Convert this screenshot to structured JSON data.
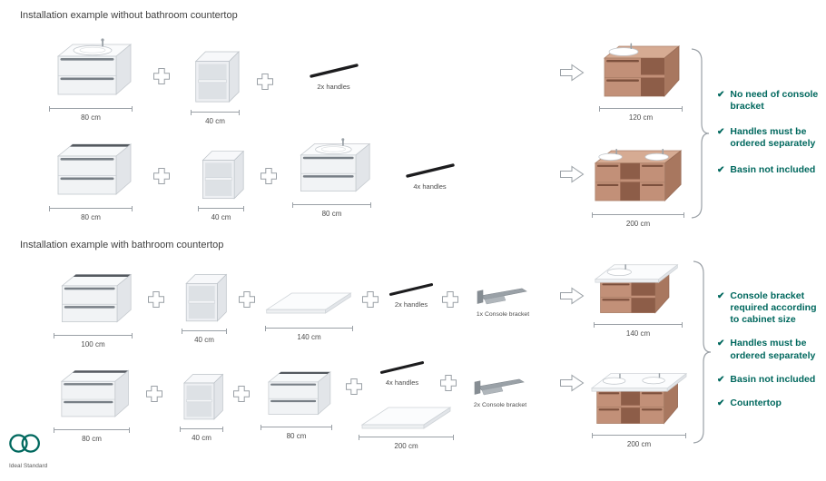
{
  "icons": {
    "check": "✔"
  },
  "brand": {
    "name": "Ideal Standard"
  },
  "section1": {
    "title": "Installation example without bathroom countertop",
    "row1": {
      "dim1": "80 cm",
      "dim2": "40 cm",
      "handles_label": "2x handles",
      "result_dim": "120 cm"
    },
    "row2": {
      "dim1": "80 cm",
      "dim2": "40 cm",
      "dim3": "80 cm",
      "handles_label": "4x handles",
      "result_dim": "200 cm"
    },
    "notes": [
      "No need of console bracket",
      "Handles must be ordered separately",
      "Basin not included"
    ]
  },
  "section2": {
    "title": "Installation example with bathroom countertop",
    "row1": {
      "dim1": "100 cm",
      "dim2": "40 cm",
      "dim3": "140 cm",
      "handles_label": "2x handles",
      "bracket_label": "1x Console bracket",
      "result_dim": "140 cm"
    },
    "row2": {
      "dim1": "80 cm",
      "dim2": "40 cm",
      "dim3": "80 cm",
      "handles_label": "4x handles",
      "bracket_label": "2x Console bracket",
      "countertop_dim": "200 cm",
      "result_dim": "200 cm"
    },
    "notes": [
      "Console bracket required according to cabinet size",
      "Handles must be ordered separately",
      "Basin not included",
      "Countertop"
    ]
  }
}
